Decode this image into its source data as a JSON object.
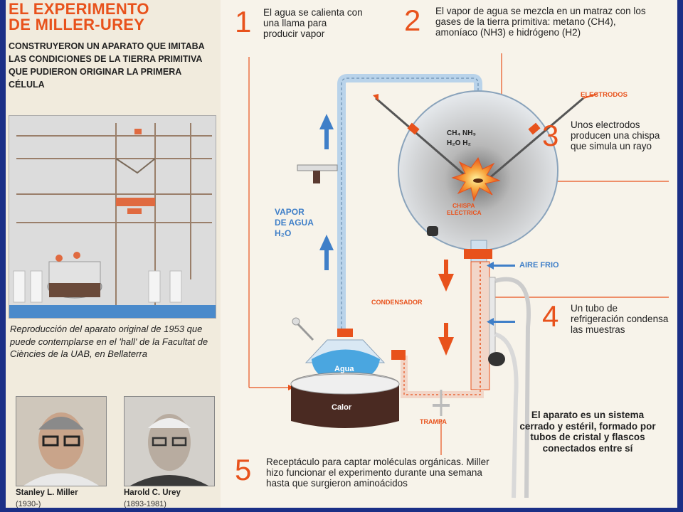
{
  "title_line1": "EL EXPERIMENTO",
  "title_line2": "DE MILLER-UREY",
  "subtitle": "CONSTRUYERON UN APARATO QUE IMITABA LAS CONDICIONES DE LA TIERRA PRIMITIVA QUE PUDIERON ORIGINAR LA PRIMERA CÉLULA",
  "caption": "Reproducción del aparato original de 1953 que puede contemplarse en el 'hall' de la Facultat de Ciències de la UAB, en Bellaterra",
  "people": [
    {
      "name": "Stanley L. Miller",
      "years": "(1930-)"
    },
    {
      "name": "Harold C. Urey",
      "years": "(1893-1981)"
    }
  ],
  "steps": [
    {
      "num": "1",
      "text": "El agua se calienta con una llama para producir vapor"
    },
    {
      "num": "2",
      "text": "El vapor de agua se mezcla en un matraz con los gases de la tierra primitiva: metano (CH4), amoníaco (NH3) e hidrógeno (H2)"
    },
    {
      "num": "3",
      "text": "Unos electrodos producen una chispa que simula un rayo"
    },
    {
      "num": "4",
      "text": "Un tubo de refrigeración condensa las muestras"
    },
    {
      "num": "5",
      "text": "Receptáculo para captar moléculas orgánicas. Miller hizo funcionar el experimento durante una semana hasta que surgieron aminoácidos"
    }
  ],
  "labels": {
    "electrodos": "ELECTRODOS",
    "gases_line1": "CH₄ NH₃",
    "gases_line2": "H₂O H₂",
    "chispa_line1": "CHISPA",
    "chispa_line2": "ELÉCTRICA",
    "vapor_line1": "VAPOR",
    "vapor_line2": "DE AGUA",
    "vapor_line3": "H₂O",
    "aire_frio": "AIRE FRIO",
    "condensador": "CONDENSADOR",
    "agua": "Agua",
    "calor": "Calor",
    "trampa": "TRAMPA"
  },
  "note": "El aparato es un sistema cerrado y estéril, formado por tubos de cristal y flascos conectados entre sí",
  "colors": {
    "accent_orange": "#e8521c",
    "blue_arrow": "#3f7fc8",
    "frame_blue": "#1b2f86",
    "water_blue": "#4aa6e0",
    "dark_brown": "#4a2a22"
  }
}
